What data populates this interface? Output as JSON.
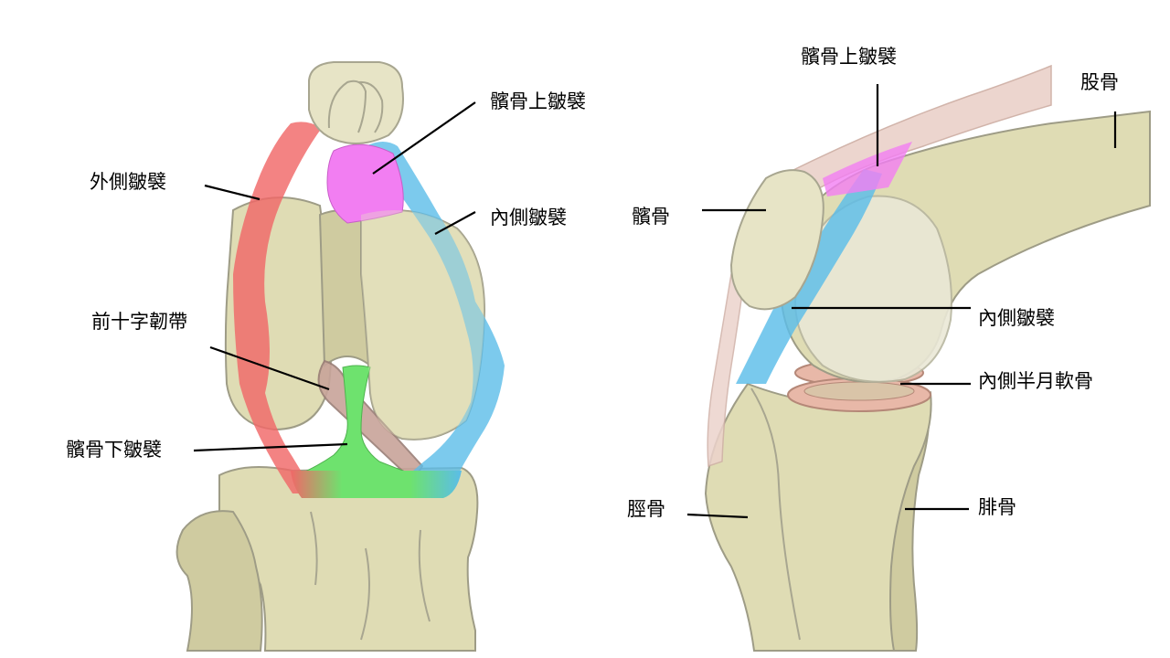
{
  "colors": {
    "bone": "#dfdcb4",
    "lateral_plica": "#f06868",
    "suprapatellar_plica": "#f27ef2",
    "medial_plica": "#5bbde9",
    "infrapatellar_plica": "#6ee26e",
    "acl": "#c8a49a",
    "meniscus": "#e8b8a8"
  },
  "left_view": {
    "labels": {
      "suprapatellar_plica": "髕骨上皺襞",
      "lateral_plica": "外側皺襞",
      "medial_plica": "內側皺襞",
      "acl": "前十字韌帶",
      "infrapatellar_plica": "髕骨下皺襞"
    }
  },
  "right_view": {
    "labels": {
      "suprapatellar_plica": "髕骨上皺襞",
      "femur": "股骨",
      "patella": "髕骨",
      "medial_plica": "內側皺襞",
      "medial_meniscus": "內側半月軟骨",
      "tibia": "脛骨",
      "fibula": "腓骨"
    }
  }
}
